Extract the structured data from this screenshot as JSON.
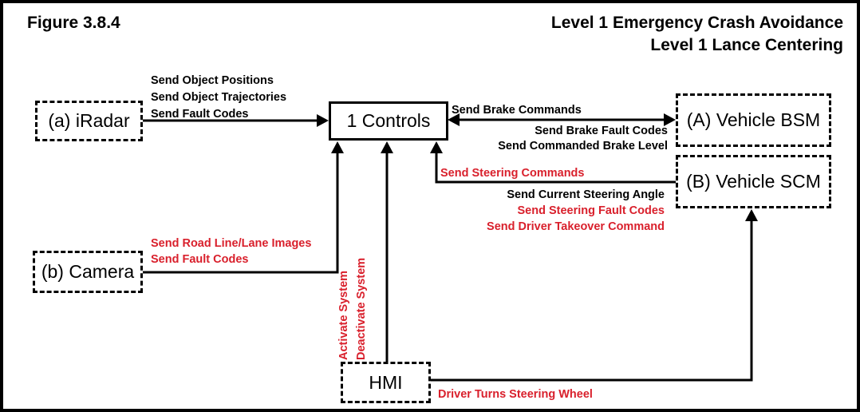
{
  "figure_label": "Figure 3.8.4",
  "title_line1": "Level 1 Emergency Crash Avoidance",
  "title_line2": "Level 1 Lance Centering",
  "colors": {
    "accent_red": "#d9202c",
    "line_black": "#000000"
  },
  "nodes": {
    "iradar": "(a) iRadar",
    "controls": "1 Controls",
    "vehicle_bsm": "(A) Vehicle BSM",
    "vehicle_scm": "(B) Vehicle SCM",
    "camera": "(b) Camera",
    "hmi": "HMI"
  },
  "labels": {
    "send_object_positions": "Send Object Positions",
    "send_object_trajectories": "Send Object Trajectories",
    "send_fault_codes_radar": "Send Fault Codes",
    "send_brake_commands": "Send Brake Commands",
    "send_brake_fault_codes": "Send Brake Fault Codes",
    "send_commanded_brake_level": "Send Commanded Brake Level",
    "send_steering_commands": "Send Steering Commands",
    "send_current_steering_angle": "Send Current Steering Angle",
    "send_steering_fault_codes": "Send Steering Fault Codes",
    "send_driver_takeover_command": "Send Driver Takeover Command",
    "send_road_line_lane_images": "Send Road Line/Lane Images",
    "send_fault_codes_camera": "Send Fault Codes",
    "activate_system": "Activate System",
    "deactivate_system": "Deactivate System",
    "driver_turns_steering_wheel": "Driver Turns Steering Wheel"
  }
}
